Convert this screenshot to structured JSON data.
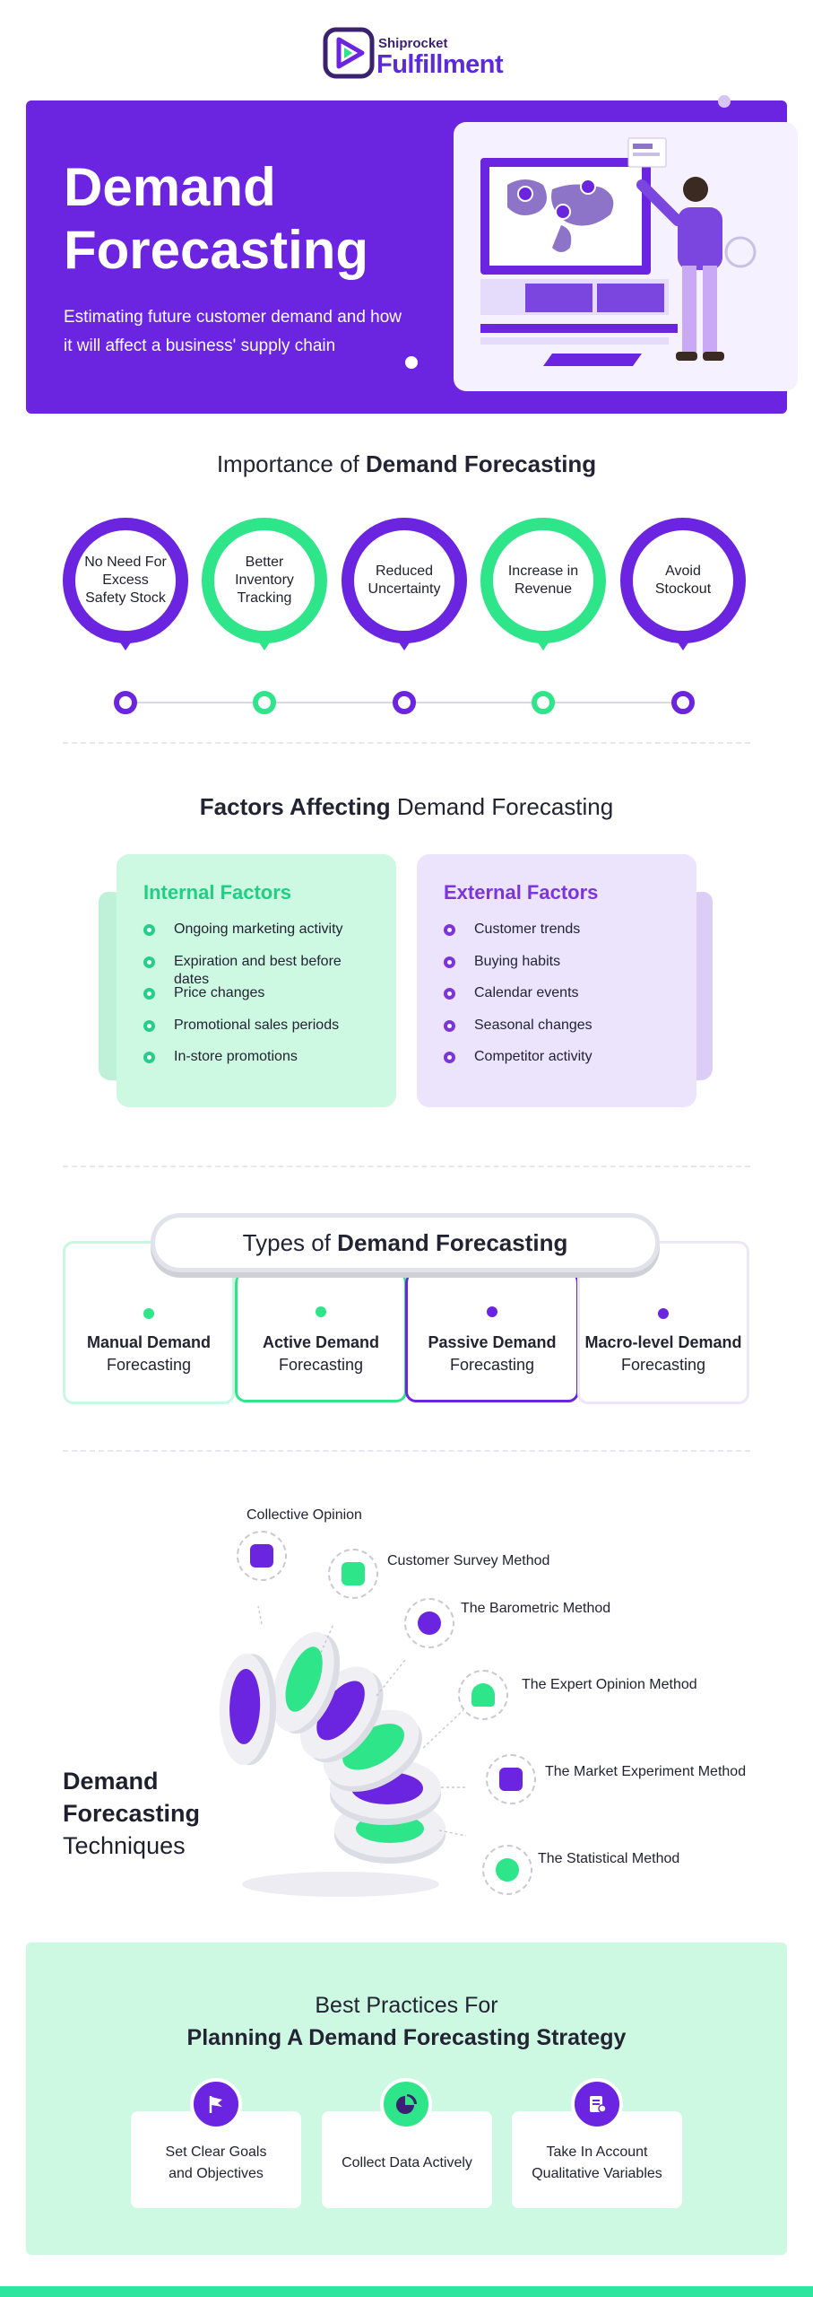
{
  "brand": {
    "small": "Shiprocket",
    "big": "Fulfillment"
  },
  "hero": {
    "title_line1": "Demand",
    "title_line2": "Forecasting",
    "subtitle": "Estimating future customer demand and how it will affect a business' supply chain"
  },
  "importance": {
    "heading_light": "Importance of ",
    "heading_bold": "Demand Forecasting",
    "items": [
      {
        "label": "No Need For Excess Safety Stock",
        "color": "#6b24e0"
      },
      {
        "label": "Better Inventory Tracking",
        "color": "#2ee58a"
      },
      {
        "label": "Reduced Uncertainty",
        "color": "#6b24e0"
      },
      {
        "label": "Increase in Revenue",
        "color": "#2ee58a"
      },
      {
        "label": "Avoid Stockout",
        "color": "#6b24e0"
      }
    ]
  },
  "factors": {
    "heading_bold": "Factors Affecting",
    "heading_light": " Demand Forecasting",
    "internal": {
      "title": "Internal Factors",
      "items": [
        "Ongoing marketing activity",
        "Expiration and best before dates",
        "Price changes",
        "Promotional sales periods",
        "In-store promotions"
      ]
    },
    "external": {
      "title": "External Factors",
      "items": [
        "Customer trends",
        "Buying habits",
        "Calendar events",
        "Seasonal changes",
        "Competitor activity"
      ]
    }
  },
  "types": {
    "heading_light": "Types of ",
    "heading_bold": "Demand Forecasting",
    "items": [
      {
        "bold": "Manual Demand",
        "light": "Forecasting"
      },
      {
        "bold": "Active Demand",
        "light": "Forecasting"
      },
      {
        "bold": "Passive Demand",
        "light": "Forecasting"
      },
      {
        "bold": "Macro-level Demand",
        "light": "Forecasting"
      }
    ]
  },
  "techniques": {
    "title_line1": "Demand",
    "title_line2": "Forecasting",
    "title_line3": "Techniques",
    "items": [
      {
        "label": "Collective Opinion",
        "icon": "group-icon"
      },
      {
        "label": "Customer Survey Method",
        "icon": "survey-icon"
      },
      {
        "label": "The Barometric Method",
        "icon": "globe-icon"
      },
      {
        "label": "The Expert Opinion Method",
        "icon": "expert-icon"
      },
      {
        "label": "The Market Experiment Method",
        "icon": "chart-icon"
      },
      {
        "label": "The Statistical Method",
        "icon": "pie-icon"
      }
    ]
  },
  "best_practices": {
    "heading_light": "Best Practices For",
    "heading_bold": "Planning A Demand Forecasting Strategy",
    "items": [
      {
        "label": "Set Clear Goals and Objectives",
        "icon": "flag-icon"
      },
      {
        "label": "Collect Data Actively",
        "icon": "pie-chart-icon"
      },
      {
        "label": "Take In Account Qualitative Variables",
        "icon": "document-icon"
      }
    ]
  },
  "colors": {
    "purple": "#6b24e0",
    "green": "#2ee58a",
    "mint": "#cdf8e2",
    "lavender": "#ece3fd"
  }
}
